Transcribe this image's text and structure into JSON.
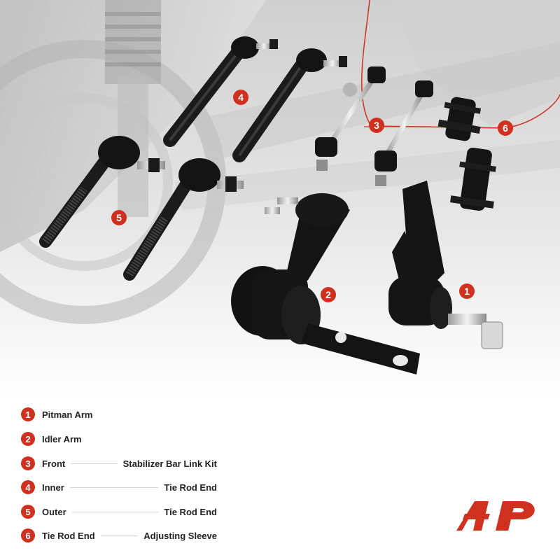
{
  "colors": {
    "accent": "#d0301f",
    "part": "#151515",
    "bg_gray": "#dcdcdc"
  },
  "callouts": [
    {
      "num": "1"
    },
    {
      "num": "2"
    },
    {
      "num": "3"
    },
    {
      "num": "4"
    },
    {
      "num": "5"
    },
    {
      "num": "6"
    }
  ],
  "legend": [
    {
      "num": "1",
      "a": "Pitman Arm",
      "b": ""
    },
    {
      "num": "2",
      "a": "Idler Arm",
      "b": ""
    },
    {
      "num": "3",
      "a": "Front",
      "b": "Stabilizer Bar Link Kit"
    },
    {
      "num": "4",
      "a": "Inner",
      "b": "Tie Rod End"
    },
    {
      "num": "5",
      "a": "Outer",
      "b": "Tie Rod End"
    },
    {
      "num": "6",
      "a": "Tie Rod End",
      "b": "Adjusting Sleeve"
    }
  ],
  "logo": {
    "icon": "ap-brand-logo"
  }
}
